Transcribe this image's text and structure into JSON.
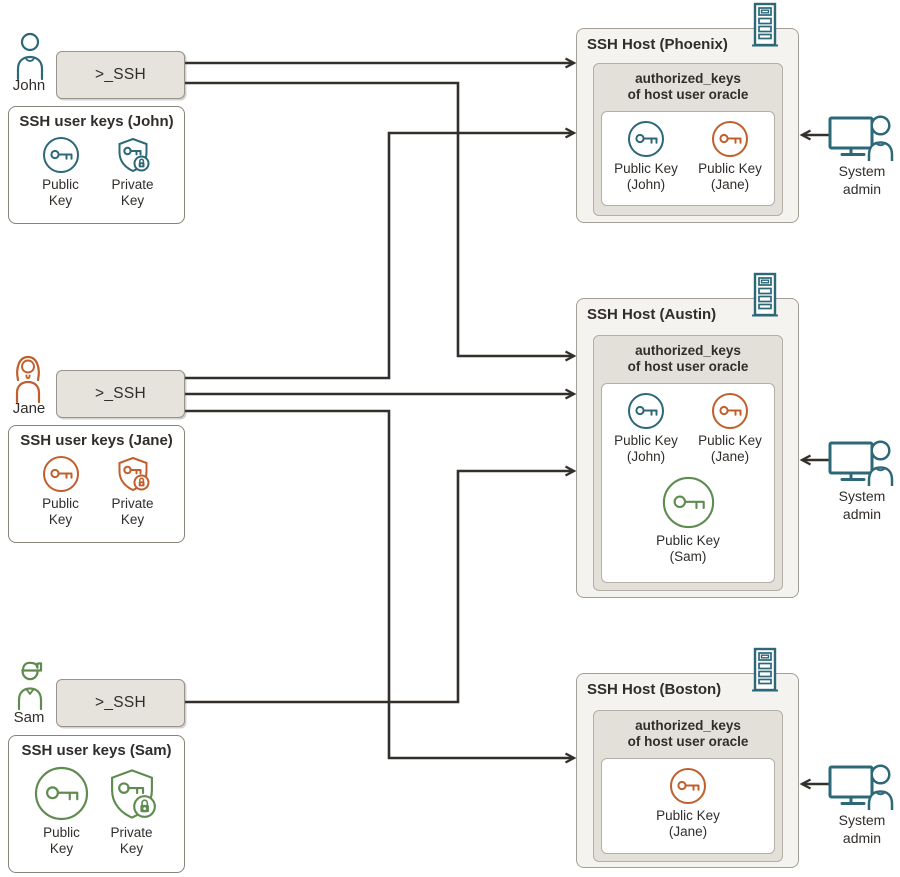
{
  "colors": {
    "teal": "#2c6877",
    "orange": "#c05f2d",
    "green": "#5f8b50",
    "line": "#33302c",
    "text": "#312d2a",
    "host_fill": "#f4f3f0",
    "panel_fill": "#e3e0d9",
    "button_fill": "#e6e3dd"
  },
  "icons": {
    "user": "person-icon",
    "terminal": "ssh-terminal-box",
    "public_key": "key-in-circle-icon",
    "private_key": "shield-key-lock-icon",
    "server": "server-tower-icon",
    "admin": "monitor-person-icon"
  },
  "users": [
    {
      "name": "John",
      "ssh_button_label": ">_SSH",
      "keys_panel_title": "SSH user keys (John)",
      "public_key_label": "Public\nKey",
      "private_key_label": "Private\nKey"
    },
    {
      "name": "Jane",
      "ssh_button_label": ">_SSH",
      "keys_panel_title": "SSH user keys (Jane)",
      "public_key_label": "Public\nKey",
      "private_key_label": "Private\nKey"
    },
    {
      "name": "Sam",
      "ssh_button_label": ">_SSH",
      "keys_panel_title": "SSH user keys (Sam)",
      "public_key_label": "Public\nKey",
      "private_key_label": "Private\nKey"
    }
  ],
  "hosts": [
    {
      "title": "SSH Host (Phoenix)",
      "authorized_keys_label": "authorized_keys\nof host user oracle",
      "keys": [
        {
          "label": "Public Key\n(John)",
          "color": "#2c6877"
        },
        {
          "label": "Public Key\n(Jane)",
          "color": "#c05f2d"
        }
      ],
      "admin_label": "System\nadmin"
    },
    {
      "title": "SSH Host (Austin)",
      "authorized_keys_label": "authorized_keys\nof host user oracle",
      "keys": [
        {
          "label": "Public Key\n(John)",
          "color": "#2c6877"
        },
        {
          "label": "Public Key\n(Jane)",
          "color": "#c05f2d"
        },
        {
          "label": "Public Key\n(Sam)",
          "color": "#5f8b50"
        }
      ],
      "admin_label": "System\nadmin"
    },
    {
      "title": "SSH Host (Boston)",
      "authorized_keys_label": "authorized_keys\nof host user oracle",
      "keys": [
        {
          "label": "Public Key\n(Jane)",
          "color": "#c05f2d"
        }
      ],
      "admin_label": "System\nadmin"
    }
  ]
}
